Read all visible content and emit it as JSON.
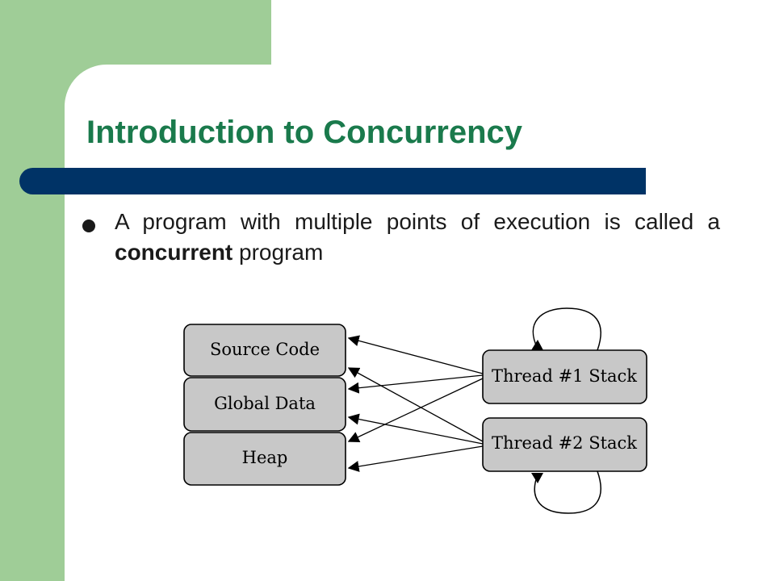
{
  "slide": {
    "title": "Introduction to Concurrency",
    "bullets": [
      {
        "before": "A program with multiple points of execution is called a ",
        "emphasis": "concurrent",
        "after": " program"
      }
    ]
  },
  "diagram": {
    "memory_segments": [
      "Source Code",
      "Global Data",
      "Heap"
    ],
    "threads": [
      "Thread #1 Stack",
      "Thread #2 Stack"
    ]
  },
  "colors": {
    "green_block": "#9fcd97",
    "title_text": "#1a7a4c",
    "title_bar": "#003366",
    "box_fill": "#c8c8c8"
  }
}
